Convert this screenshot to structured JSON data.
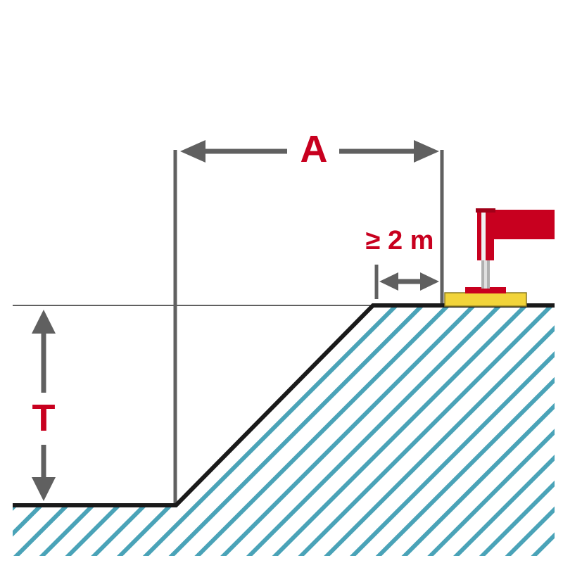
{
  "labels": {
    "width": "A",
    "depth": "T",
    "min_distance": "≥ 2 m"
  },
  "colors": {
    "label_red": "#c8001f",
    "dimension_gray": "#606060",
    "ground_line": "#1a1a1a",
    "hatch": "#4aa3b8",
    "base_plate": "#f2d43a",
    "flag_red": "#c8001f"
  },
  "icons": {
    "warning_flag": "warning-flag-icon"
  }
}
